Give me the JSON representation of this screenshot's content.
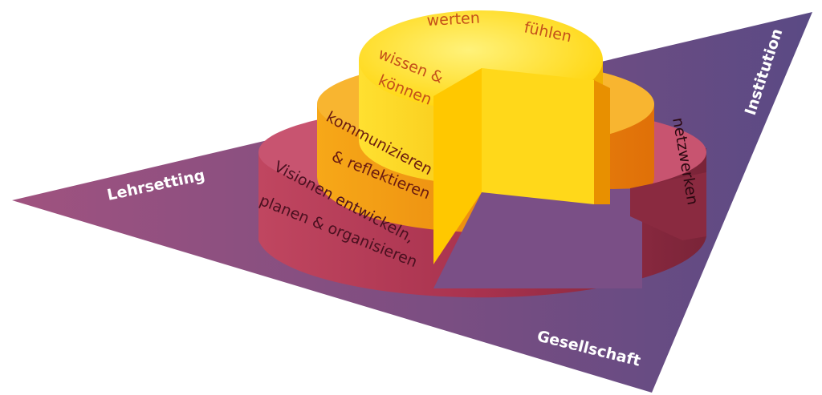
{
  "diagram": {
    "corners": {
      "left": "Lehrsetting",
      "right": "Institution",
      "bottom": "Gesellschaft"
    },
    "tiers": {
      "top": [
        "werten",
        "fühlen"
      ],
      "middle_top": [
        "wissen &",
        "können"
      ],
      "middle": [
        "kommunizieren",
        "& reflektieren"
      ],
      "base": [
        "Visionen entwickeln,",
        "planen & organisieren"
      ],
      "base_right": "netzwerken"
    }
  },
  "colors": {
    "triangle_left": "#9a5080",
    "triangle_right": "#5d4a82",
    "base_tier": "#b03a56",
    "middle_tier": "#f29a10",
    "top_tier": "#ffd40a",
    "tier_text": "#c4501a",
    "base_text": "#4a1020"
  }
}
